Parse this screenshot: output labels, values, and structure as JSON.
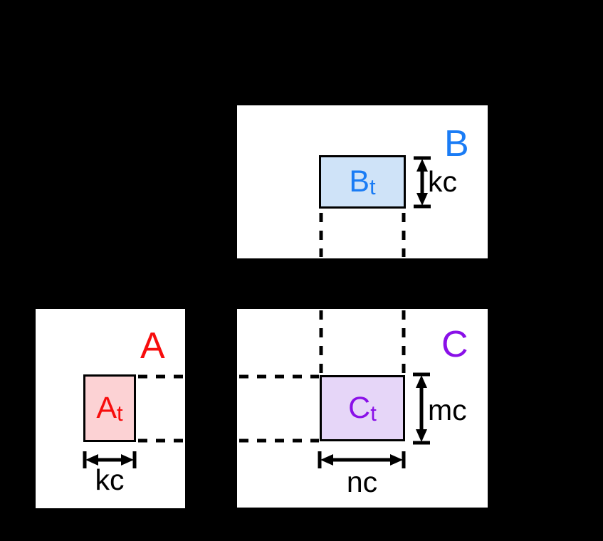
{
  "figure": {
    "background": "#000000",
    "matrix_b": {
      "label": "B",
      "tile_main": "B",
      "tile_sub": "t",
      "dim_height": "kc"
    },
    "matrix_a": {
      "label": "A",
      "tile_main": "A",
      "tile_sub": "t",
      "dim_width": "kc"
    },
    "matrix_c": {
      "label": "C",
      "tile_main": "C",
      "tile_sub": "t",
      "dim_height": "mc",
      "dim_width": "nc"
    },
    "colors": {
      "b_accent": "#1a7cf5",
      "b_tile_fill": "#cfe3f8",
      "a_accent": "#f70d0d",
      "a_tile_fill": "#fcd2d4",
      "c_accent": "#8a10e8",
      "c_tile_fill": "#e6d6f8",
      "matrix_fill": "#ffffff",
      "line": "#000000"
    }
  }
}
